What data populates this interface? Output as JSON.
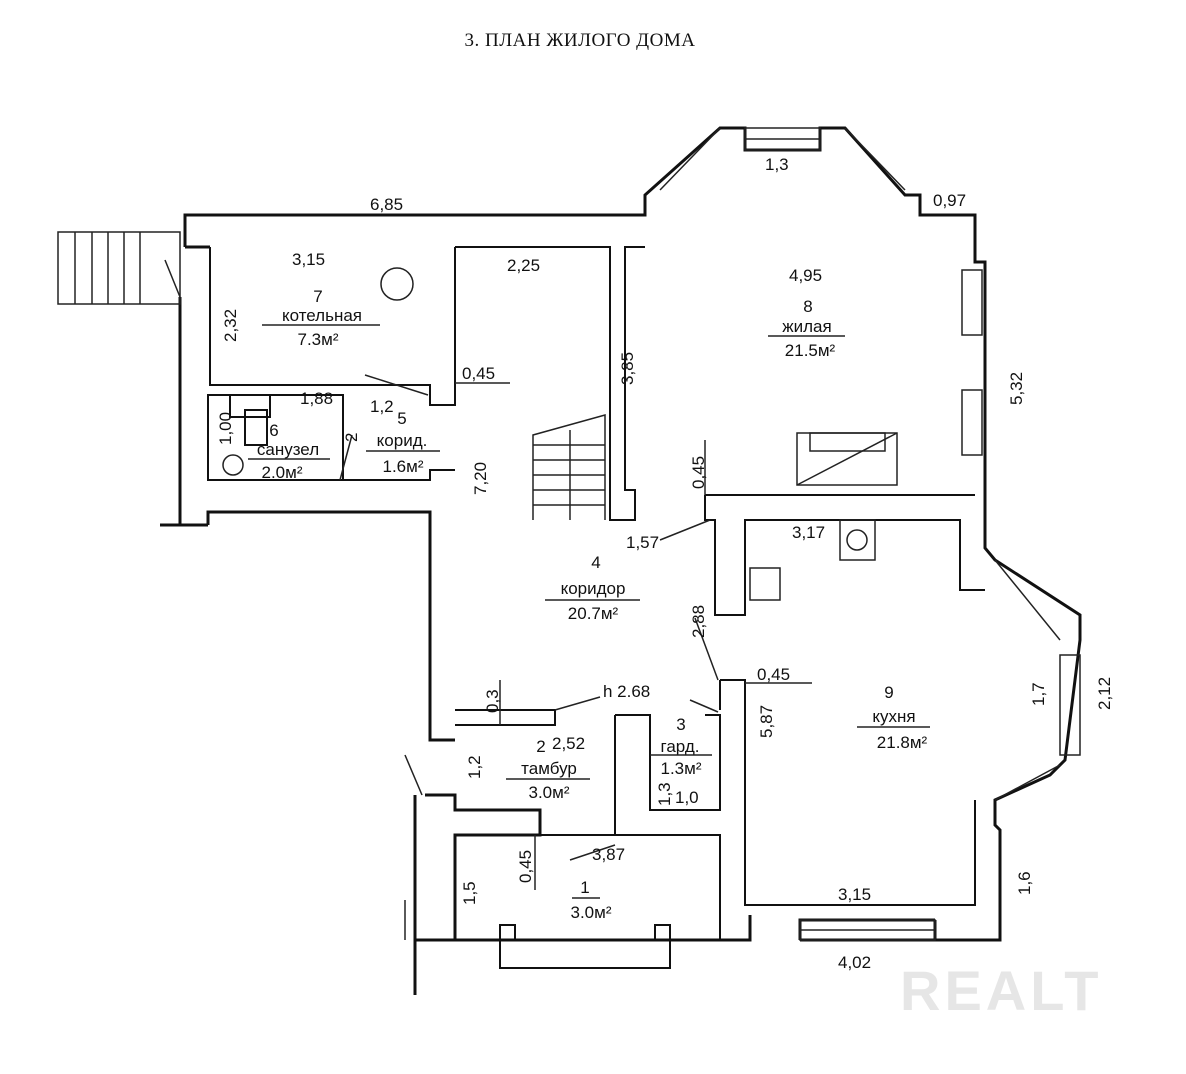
{
  "title": "3. ПЛАН ЖИЛОГО ДОМА",
  "watermark": "REALT",
  "rooms": [
    {
      "number": "1",
      "name": "",
      "area": "3.0м²"
    },
    {
      "number": "2",
      "name": "тамбур",
      "area": "3.0м²"
    },
    {
      "number": "3",
      "name": "гард.",
      "area": "1.3м²"
    },
    {
      "number": "4",
      "name": "коридор",
      "area": "20.7м²"
    },
    {
      "number": "5",
      "name": "корид.",
      "area": "1.6м²"
    },
    {
      "number": "6",
      "name": "санузел",
      "area": "2.0м²"
    },
    {
      "number": "7",
      "name": "котельная",
      "area": "7.3м²"
    },
    {
      "number": "8",
      "name": "жилая",
      "area": "21.5м²"
    },
    {
      "number": "9",
      "name": "кухня",
      "area": "21.8м²"
    }
  ],
  "ceiling_height": "h 2.68",
  "dimensions": {
    "top_wall": "6,85",
    "bay_top": "1,3",
    "bay_corner": "0,97",
    "boiler_width": "3,15",
    "boiler_depth": "2,32",
    "stair_width": "2,25",
    "stair_wall": "3,85",
    "living_width": "4,95",
    "living_side": "5,32",
    "boiler_door": "0,45",
    "corridor_small_a": "1,88",
    "corridor_small_b": "1,2",
    "wc_side": "1,00",
    "wc_door": "2",
    "corridor_length": "7,20",
    "living_door": "0,45",
    "corridor_top": "1,57",
    "kitchen_top": "3,17",
    "corridor_diag": "2,88",
    "kitchen_door": "0,45",
    "kitchen_length": "5,87",
    "kitchen_bay": "1,7",
    "kitchen_bay_outer": "2,12",
    "corridor_step": "0,3",
    "vestibule_width": "2,52",
    "vestibule_depth": "1,2",
    "wardrobe_a": "1,3",
    "wardrobe_b": "1,0",
    "porch_diag": "3,87",
    "porch_door": "0,45",
    "porch_depth": "1,5",
    "kitchen_bottom_inner": "3,15",
    "kitchen_corner": "1,6",
    "kitchen_bottom_outer": "4,02"
  }
}
